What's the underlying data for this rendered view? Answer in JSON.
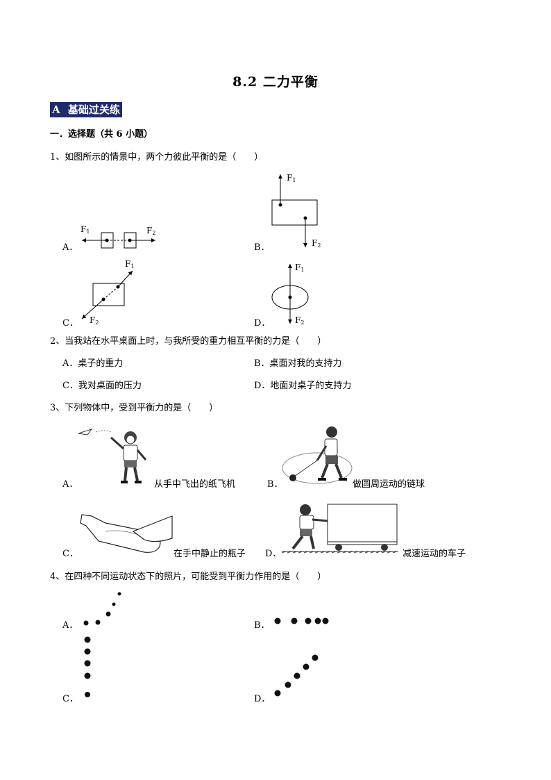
{
  "doc_title": "8.2  二力平衡",
  "section": {
    "letter": "A",
    "name": "基础过关练"
  },
  "part_heading": "一．选择题（共 6 小题）",
  "q1": {
    "stem": "1、如图所示的情景中，两个力彼此平衡的是（　　）",
    "opts": {
      "A": "A．",
      "B": "B．",
      "C": "C．",
      "D": "D．"
    },
    "f1": "F",
    "f2": "F",
    "sub1": "1",
    "sub2": "2"
  },
  "q2": {
    "stem": "2、当我站在水平桌面上时，与我所受的重力相互平衡的力是（　　）",
    "A": "A．桌子的重力",
    "B": "B．桌面对我的支持力",
    "C": "C．我对桌面的压力",
    "D": "D．地面对桌子的支持力"
  },
  "q3": {
    "stem": "3、下列物体中，受到平衡力的是（　　）",
    "A_label": "A．",
    "A_text": "从手中飞出的纸飞机",
    "B_label": "B．",
    "B_text": "做圆周运动的链球",
    "C_label": "C．",
    "C_text": "在手中静止的瓶子",
    "D_label": "D．",
    "D_text": "减速运动的车子"
  },
  "q4": {
    "stem": "4、在四种不同运动状态下的照片，可能受到平衡力作用的是（　　）",
    "A": "A．",
    "B": "B．",
    "C": "C．",
    "D": "D．"
  },
  "icons": {
    "boy": "boy-throwing-icon",
    "hammer": "hammer-thrower-icon",
    "bottle": "hand-bottle-icon",
    "cart": "boy-pushing-cart-icon"
  }
}
